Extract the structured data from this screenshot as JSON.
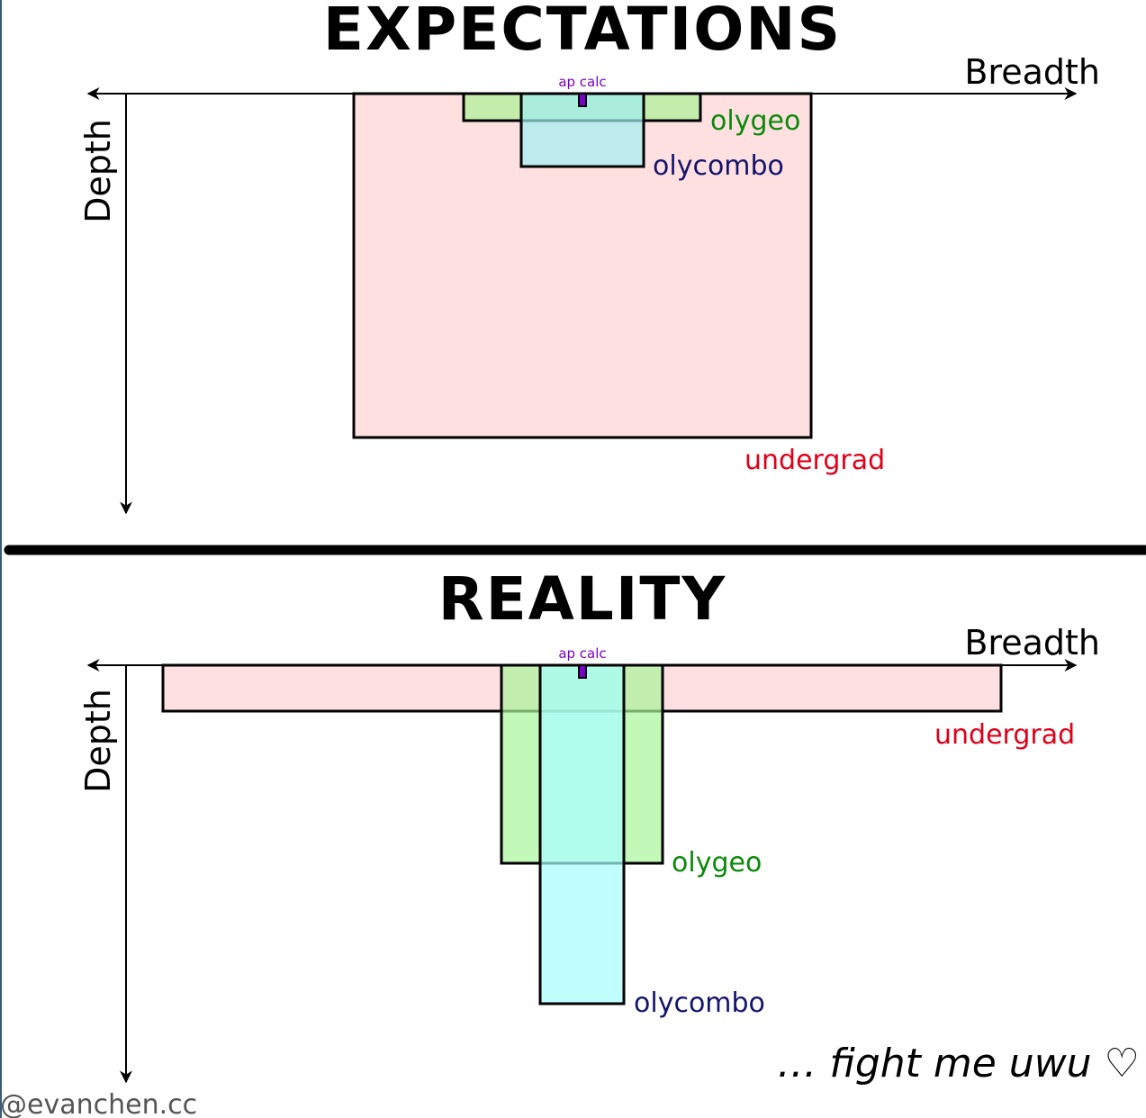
{
  "colors": {
    "undergrad_fill": "#ffdada",
    "olygeo_fill": "#a8f0a0",
    "olycombo_fill": "#a6eef2",
    "olycombo_fill_reality": "#a6ffff",
    "apcalc_fill": "#7a00cc",
    "undergrad_text": "#e0001a",
    "olygeo_text": "#0a8a0a",
    "olycombo_text": "#14146e",
    "apcalc_text": "#7a00cc"
  },
  "expectations": {
    "title": "EXPECTATIONS",
    "x_axis_label": "Breadth",
    "y_axis_label": "Depth",
    "labels": {
      "undergrad": "undergrad",
      "olygeo": "olygeo",
      "olycombo": "olycombo",
      "apcalc": "ap calc"
    }
  },
  "reality": {
    "title": "REALITY",
    "x_axis_label": "Breadth",
    "y_axis_label": "Depth",
    "labels": {
      "undergrad": "undergrad",
      "olygeo": "olygeo",
      "olycombo": "olycombo",
      "apcalc": "ap calc"
    }
  },
  "tagline": "… fight me uwu ♡",
  "credit": "@evanchen.cc"
}
